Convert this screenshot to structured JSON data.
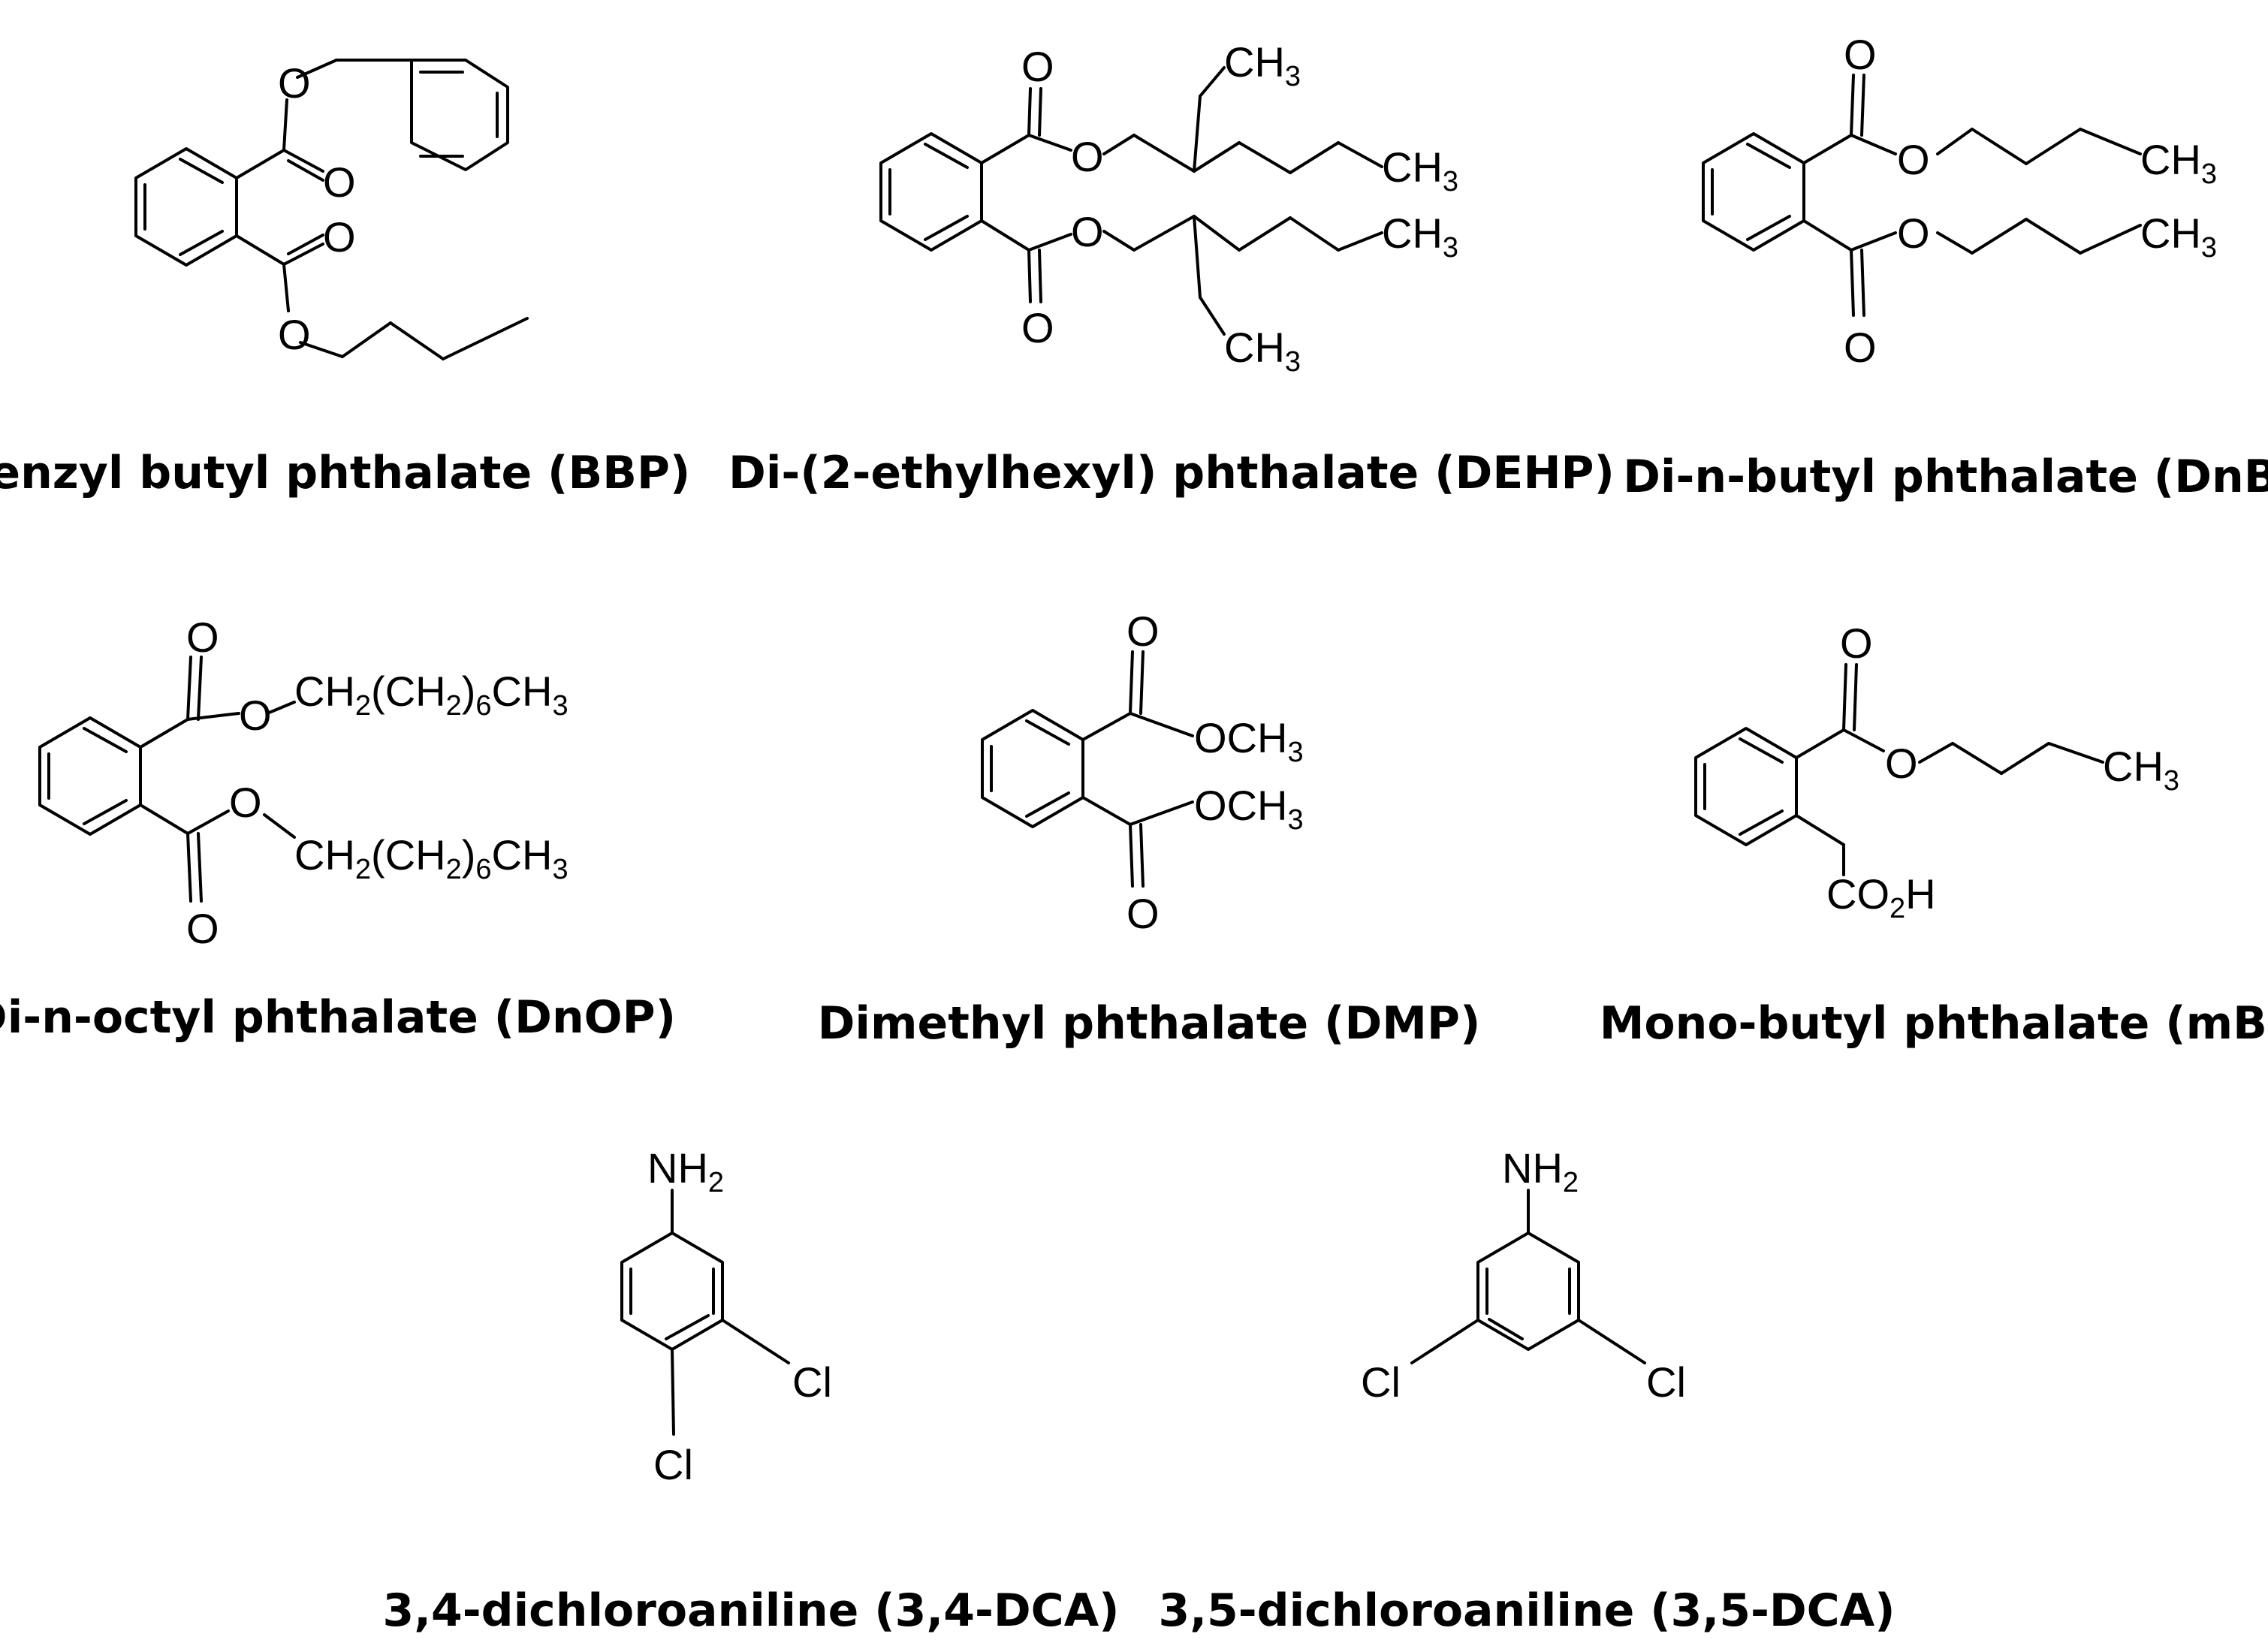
{
  "captions": {
    "bbp": "Benzyl butyl phthalate (BBP)",
    "dehp": "Di-(2-ethylhexyl) phthalate (DEHP)",
    "dnbp": "Di-n-butyl phthalate (DnBP)",
    "dnop": "Di-n-octyl phthalate (DnOP)",
    "dmp": "Dimethyl phthalate (DMP)",
    "mbp": "Mono-butyl phthalate (mBP)",
    "dca34": "3,4-dichloroaniline (3,4-DCA)",
    "dca35": "3,5-dichloroaniline (3,5-DCA)"
  },
  "atoms": {
    "O": "O",
    "C": "C",
    "H": "H",
    "N": "N",
    "Cl": "Cl",
    "sub2": "2",
    "sub3": "3",
    "sub6": "6",
    "paren_open": "(",
    "paren_close": ")"
  }
}
